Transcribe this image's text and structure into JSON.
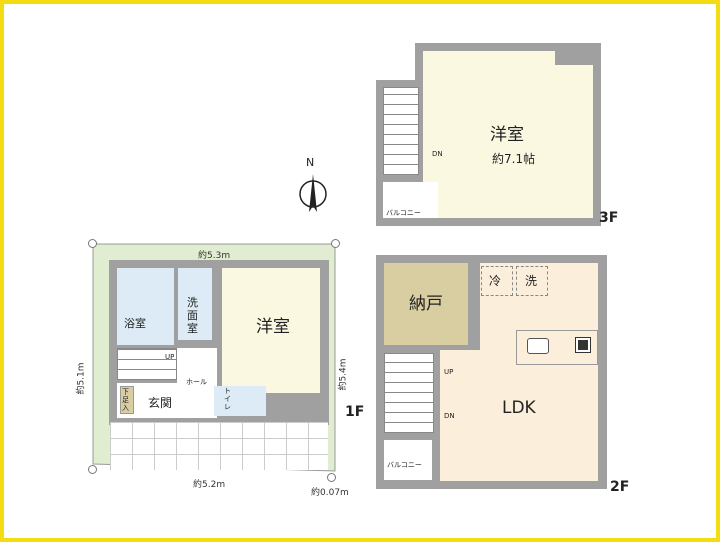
{
  "floor3": {
    "label": "3F",
    "room_name": "洋室",
    "room_size": "約7.1帖",
    "stairs": "DN",
    "balcony": "バルコニー"
  },
  "compass": {
    "north": "N"
  },
  "floor1": {
    "label": "1F",
    "bath": "浴室",
    "washroom": "洗面室",
    "room": "洋室",
    "stairs": "UP",
    "hall": "ホール",
    "entrance": "玄関",
    "shoe_storage": "下足入",
    "toilet": "トイレ",
    "dims": {
      "top": "約5.3m",
      "left": "約5.1m",
      "right": "約5.4m",
      "bottom": "約5.2m",
      "offset": "約0.07m"
    }
  },
  "floor2": {
    "label": "2F",
    "storage": "納戸",
    "fridge": "冷",
    "washer": "洗",
    "ldk": "LDK",
    "up": "UP",
    "dn": "DN",
    "balcony": "バルコニー"
  },
  "colors": {
    "wall": "#a0a0a0",
    "room": "#fbefdc",
    "storage": "#d9cda2",
    "bath": "#dcebf5",
    "site": "#e0edd0",
    "frame": "#f3dc12"
  }
}
